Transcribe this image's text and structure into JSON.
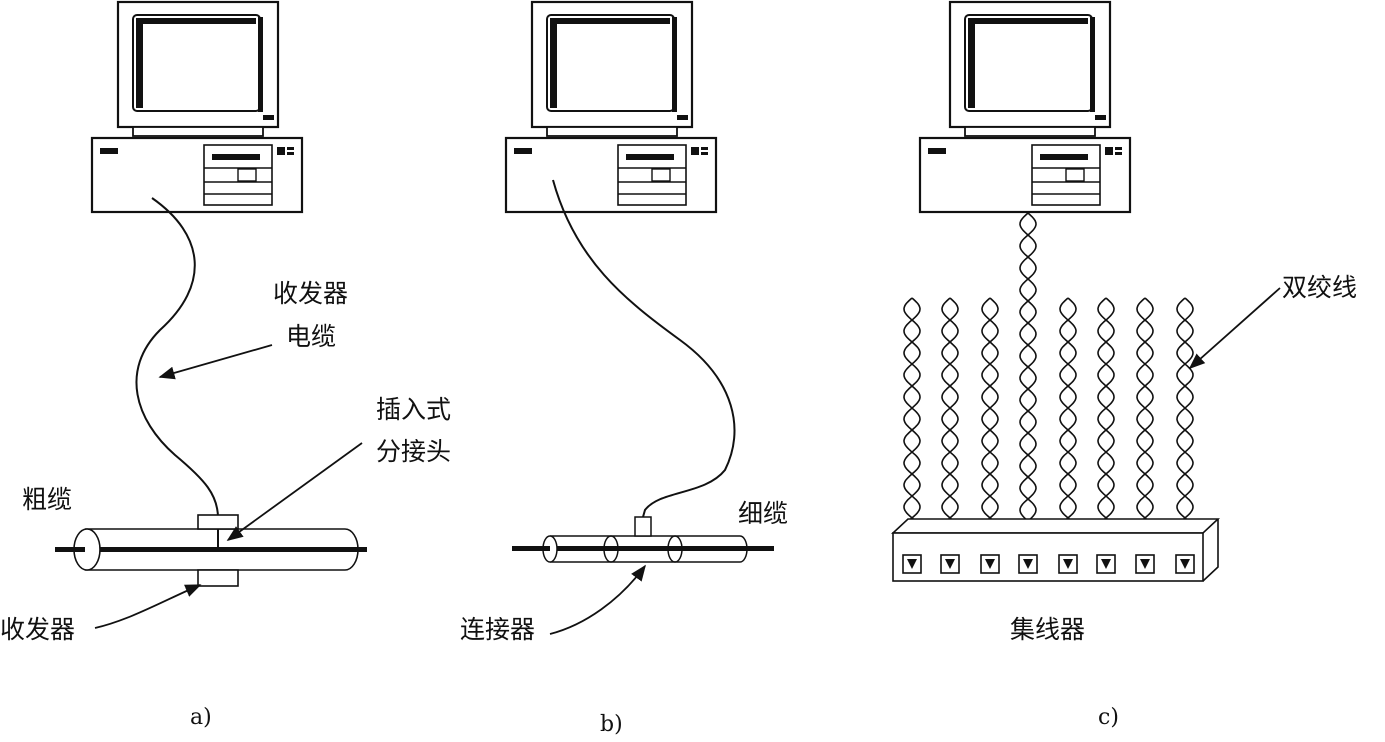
{
  "panels": [
    {
      "caption": "a)",
      "labels": {
        "transceiver_cable": [
          "收发器",
          "电缆"
        ],
        "tap": [
          "插入式",
          "分接头"
        ],
        "thick_cable": "粗缆",
        "transceiver": "收发器"
      }
    },
    {
      "caption": "b)",
      "labels": {
        "thin_cable": "细缆",
        "connector": "连接器"
      }
    },
    {
      "caption": "c)",
      "labels": {
        "twisted_pair": "双绞线",
        "hub": "集线器"
      }
    }
  ],
  "icons": [
    "computer-monitor-icon",
    "computer-case-icon"
  ]
}
